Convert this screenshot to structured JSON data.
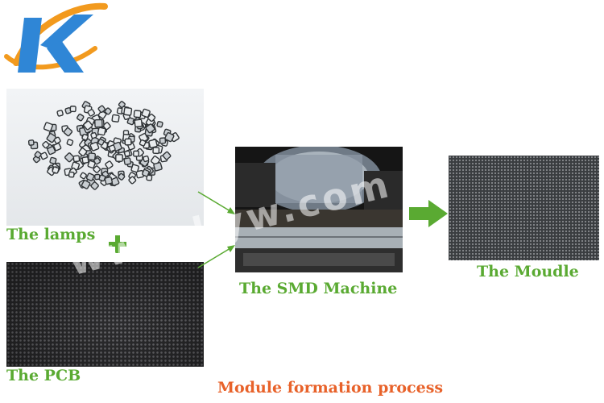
{
  "logo": {
    "letter": "K"
  },
  "labels": {
    "lamps": "The lamps",
    "pcb": "The PCB",
    "smd": "The SMD Machine",
    "module": "The Moudle"
  },
  "caption": "Module formation process",
  "watermark": "www.kyw.com",
  "colors": {
    "label_green": "#5aaa32",
    "caption_orange": "#e8622a",
    "arrow_green": "#5aaa32",
    "logo_blue": "#2f86d6",
    "logo_orange": "#f29a1e"
  }
}
